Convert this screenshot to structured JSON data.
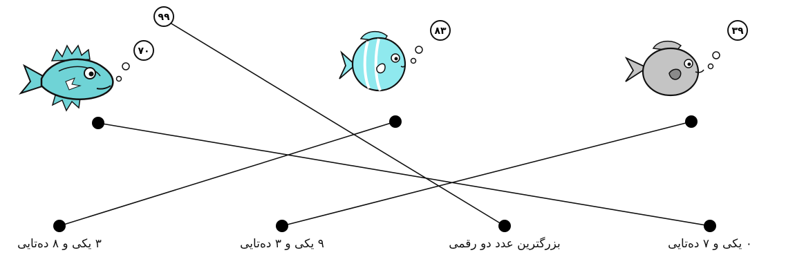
{
  "fish": [
    {
      "id": "fish-1",
      "number": "۷۰",
      "body_color": "#6fd3d6"
    },
    {
      "id": "fish-2",
      "number": "۸۳",
      "body_color": "#8fe9ee"
    },
    {
      "id": "fish-3",
      "number": "۳۹",
      "body_color": "#c4c4c4"
    }
  ],
  "labels": [
    {
      "text": "۳ یکی و ۸ ده‌تایی"
    },
    {
      "text": "۹ یکی و ۳ ده‌تایی"
    },
    {
      "text": "بزرگترین عدد دو رقمی"
    },
    {
      "text": "۰ یکی و ۷ ده‌تایی"
    }
  ],
  "extra_bubble": {
    "number": "۹۹"
  },
  "colors": {
    "line": "#111111",
    "dot": "#000000"
  }
}
